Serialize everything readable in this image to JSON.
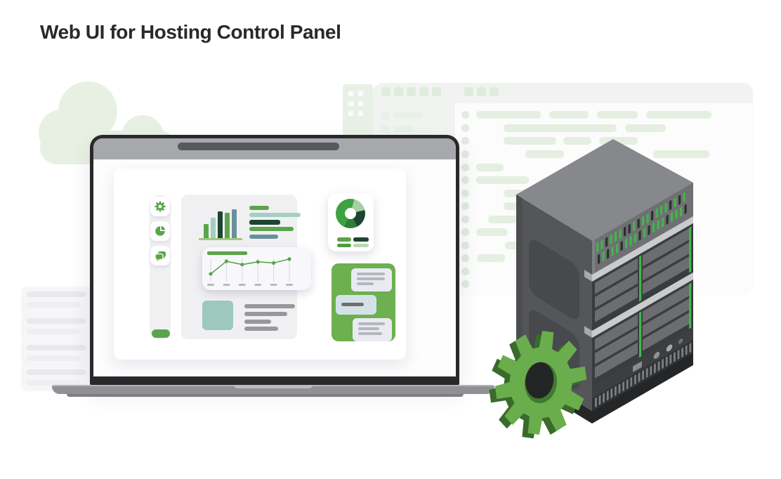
{
  "header": {
    "title": "Web UI for Hosting Control Panel"
  },
  "palette": {
    "accent_green": "#5ba44a",
    "chat_green": "#6cb04f",
    "forest_green": "#1d4531",
    "mid_green": "#2f7d36",
    "bright_green": "#3da23f",
    "pale_green": "#a7cfa2",
    "teal": "#9cc9bc",
    "slate_blue": "#68909c",
    "led_green": "#43b649",
    "gear_green": "#6aad4c",
    "bg_pale_green": "#e4efe1",
    "panel_gray": "#f1f3f1",
    "laptop_gray": "#a6a8ab",
    "server_gray": "#6e7073"
  },
  "laptop": {
    "sidebar": {
      "items": [
        {
          "icon": "gear-icon"
        },
        {
          "icon": "pie-chart-icon"
        },
        {
          "icon": "chat-bubbles-icon"
        }
      ],
      "action_button_color": "#5ba44a"
    }
  },
  "chart_data": [
    {
      "type": "bar",
      "title": "mini-bar-chart",
      "values": [
        20,
        29,
        38,
        36,
        41
      ],
      "bar_colors": [
        "#5ba44a",
        "#a5cec3",
        "#1d4531",
        "#5ba44a",
        "#68909c"
      ],
      "baseline_color": "#9ccb79",
      "legend_lines": [
        {
          "w": 28,
          "color": "#5ba44a"
        },
        {
          "w": 73,
          "color": "#a5cec3"
        },
        {
          "w": 44,
          "color": "#1d4531"
        },
        {
          "w": 63,
          "color": "#5ba44a"
        },
        {
          "w": 41,
          "color": "#68909c"
        }
      ]
    },
    {
      "type": "line",
      "title": "mini-line-chart",
      "x": [
        1,
        2,
        3,
        4,
        5,
        6
      ],
      "values": [
        18,
        41,
        35,
        40,
        38,
        45
      ],
      "ylim": [
        0,
        55
      ],
      "line_color": "#5ba44a",
      "grid": "vertical",
      "grid_color": "#dcdce2",
      "tick_dash_color": "#b9bac1"
    },
    {
      "type": "pie",
      "title": "mini-donut-chart",
      "segments": [
        {
          "label": "segment-1",
          "pct": 17,
          "color": "#a7cfa2"
        },
        {
          "label": "segment-2",
          "pct": 21,
          "color": "#1d4531"
        },
        {
          "label": "segment-3",
          "pct": 15,
          "color": "#2f7d36"
        },
        {
          "label": "segment-4",
          "pct": 47,
          "color": "#3da23f"
        }
      ],
      "legend_pills": [
        {
          "w": 20,
          "color": "#5ba44a"
        },
        {
          "w": 22,
          "color": "#1d4531"
        },
        {
          "w": 20,
          "color": "#4f9c40"
        },
        {
          "w": 22,
          "color": "#b9d8b4"
        }
      ]
    }
  ],
  "background_panel": {
    "topbar_square_groups": [
      5,
      3
    ],
    "sidebar_rows": [
      {
        "square": true,
        "pill_w": 42
      },
      {
        "square": true,
        "pill_w": 29
      }
    ],
    "code_rows": [
      {
        "y": 158,
        "pills": [
          [
            678,
            92
          ],
          [
            782,
            56
          ],
          [
            850,
            58
          ],
          [
            920,
            93
          ]
        ]
      },
      {
        "y": 177,
        "pills": [
          [
            717,
            161
          ],
          [
            890,
            58
          ]
        ]
      },
      {
        "y": 195,
        "pills": [
          [
            717,
            75
          ],
          [
            802,
            40
          ],
          [
            853,
            55
          ]
        ]
      },
      {
        "y": 214,
        "pills": [
          [
            748,
            55
          ],
          [
            930,
            80
          ]
        ]
      },
      {
        "y": 233,
        "pills": [
          [
            678,
            39
          ]
        ]
      },
      {
        "y": 251,
        "pills": [
          [
            678,
            75
          ]
        ]
      },
      {
        "y": 270,
        "pills": [
          [
            717,
            60
          ]
        ]
      },
      {
        "y": 288,
        "pills": [
          [
            717,
            40
          ]
        ]
      },
      {
        "y": 307,
        "pills": [
          [
            695,
            70
          ]
        ]
      },
      {
        "y": 325,
        "pills": [
          [
            678,
            45
          ]
        ]
      },
      {
        "y": 344,
        "pills": [
          [
            719,
            18
          ]
        ]
      },
      {
        "y": 362,
        "pills": [
          [
            679,
            40
          ]
        ]
      },
      {
        "y": 381,
        "pills": []
      },
      {
        "y": 399,
        "pills": []
      }
    ]
  },
  "decor": {
    "list_cards": 4,
    "building_windows": 6
  },
  "server": {
    "rack_units": 2,
    "led_color": "#43b649"
  },
  "gear": {
    "teeth": 10
  }
}
